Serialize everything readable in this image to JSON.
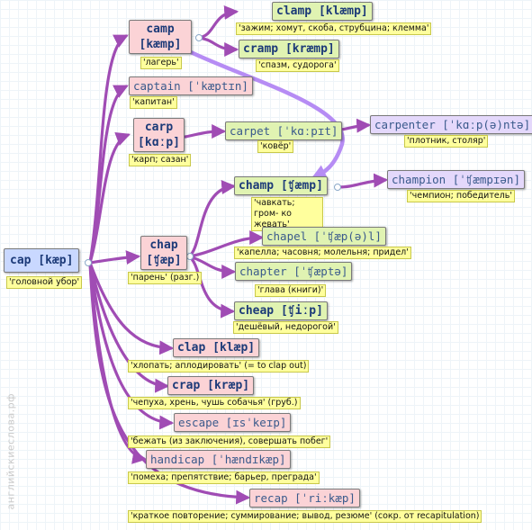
{
  "watermark": "английскиеслова.рф",
  "root": {
    "word": "cap [kæp]",
    "note": "'головной убор'"
  },
  "nodes": {
    "camp": {
      "line1": "camp",
      "line2": "[kæmp]",
      "note": "'лагерь'"
    },
    "clamp": {
      "word": "clamp [klæmp]",
      "note": "'зажим; хомут, скоба, струбцина; клемма'"
    },
    "cramp": {
      "word": "cramp [kræmp]",
      "note": "'спазм, судорога'"
    },
    "captain": {
      "word": "captain [ˈkæptɪn]",
      "note": "'капитан'"
    },
    "carp": {
      "line1": "carp",
      "line2": "[kɑːp]",
      "note": "'карп; сазан'"
    },
    "carpet": {
      "word": "carpet [ˈkɑːpɪt]",
      "note": "'ковёр'"
    },
    "carpenter": {
      "word": "carpenter [ˈkɑːp(ə)ntə]",
      "note": "'плотник, столяр'"
    },
    "champ": {
      "word": "champ [ʧæmp]",
      "note": "'чавкать; гром- ко жевать'"
    },
    "champion": {
      "word": "champion [ˈʧæmpɪən]",
      "note": "'чемпион; победитель'"
    },
    "chap": {
      "line1": "chap",
      "line2": "[ʧæp]",
      "note": "'парень' (разг.)"
    },
    "chapel": {
      "word": "chapel [ˈʧæp(ə)l]",
      "note": "'капелла; часовня; молельня; придел'"
    },
    "chapter": {
      "word": "chapter [ˈʧæptə]",
      "note": "'глава (книги)'"
    },
    "cheap": {
      "word": "cheap [ʧiːp]",
      "note": "'дешёвый, недорогой'"
    },
    "clap": {
      "word": "clap [klæp]",
      "note": "'хлопать; аплодировать' (= to clap out)"
    },
    "crap": {
      "word": "crap [kræp]",
      "note": "'чепуха, хрень, чушь собачья' (груб.)"
    },
    "escape": {
      "word": "escape [ɪsˈkeɪp]",
      "note": "'бежать (из заключения), совершать побег'"
    },
    "handicap": {
      "word": "handicap [ˈhændɪkæp]",
      "note": "'помеха; препятствие; барьер, преграда'"
    },
    "recap": {
      "word": "recap [ˈriːkæp]",
      "note": "'краткое повторение; суммирование; вывод, резюме' (сокр. от recapitulation)"
    }
  },
  "colors": {
    "link": "#a04cb4",
    "highlight": "#b68cf4",
    "pink": "#fbd3d6",
    "green": "#e0f3b2",
    "lavender": "#e4d8fb",
    "blue": "#c9d8ff",
    "note": "#ffff9d"
  }
}
